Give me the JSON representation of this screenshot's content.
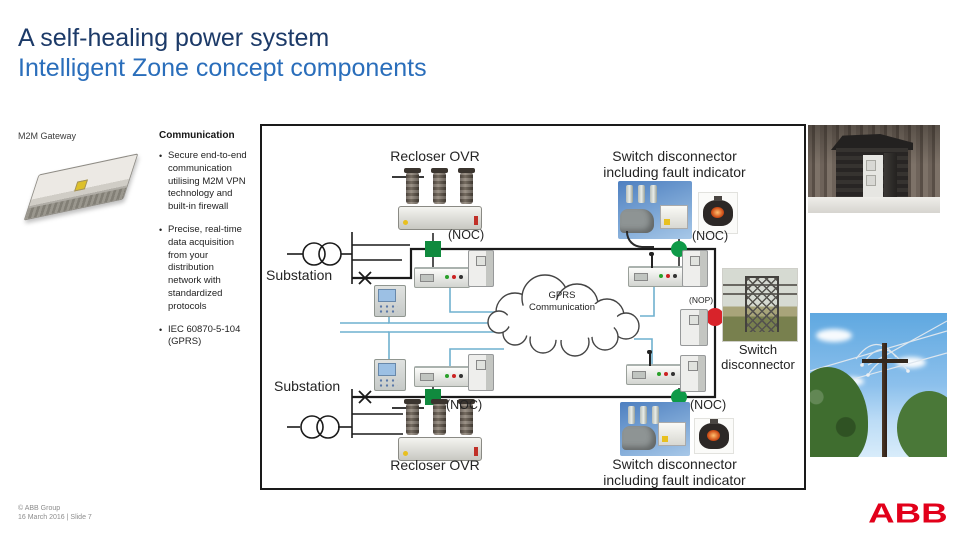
{
  "slide": {
    "title_line1": "A self-healing power system",
    "title_line2": "Intelligent Zone concept components",
    "title_color1": "#1c3a68",
    "title_color2": "#2a6ebb"
  },
  "left_panel": {
    "m2m_label": "M2M Gateway",
    "server_image": "rack-server-photo",
    "comm_heading": "Communication",
    "bullet_marker": "•",
    "bullets": [
      {
        "text": "Secure end-to-end\ncommunication\nutilising M2M VPN\ntechnology and\nbuilt-in firewall"
      },
      {
        "text": "Precise, real-time\ndata acquisition\nfrom your\ndistribution\nnetwork with\nstandardized\nprotocols"
      },
      {
        "text": "IEC 60870-5-104\n(GPRS)"
      }
    ]
  },
  "diagram": {
    "labels": {
      "recloser": "Recloser OVR",
      "switch_full": "Switch disconnector\nincluding fault indicator",
      "noc": "(NOC)",
      "nop": "(NOP)",
      "substation": "Substation",
      "cloud": "GPRS\nCommunication",
      "switch_right": "Switch\ndisconnector"
    },
    "markers": {
      "closed_square_color": "#108a3e",
      "closed_circle_color": "#0f9a48",
      "open_circle_color": "#d8232a"
    },
    "line_colors": {
      "feeder": "#1a1a1a",
      "comm": "#6fb0cf"
    }
  },
  "right_panel": {
    "photo_top": "substation-hut-photo",
    "photo_bottom": "pole-switch-photo"
  },
  "footer": {
    "copyright_and_date": "© ABB Group\n16 March 2016 | Slide 7",
    "logo_text": "ABB",
    "logo_color": "#e2001a"
  }
}
